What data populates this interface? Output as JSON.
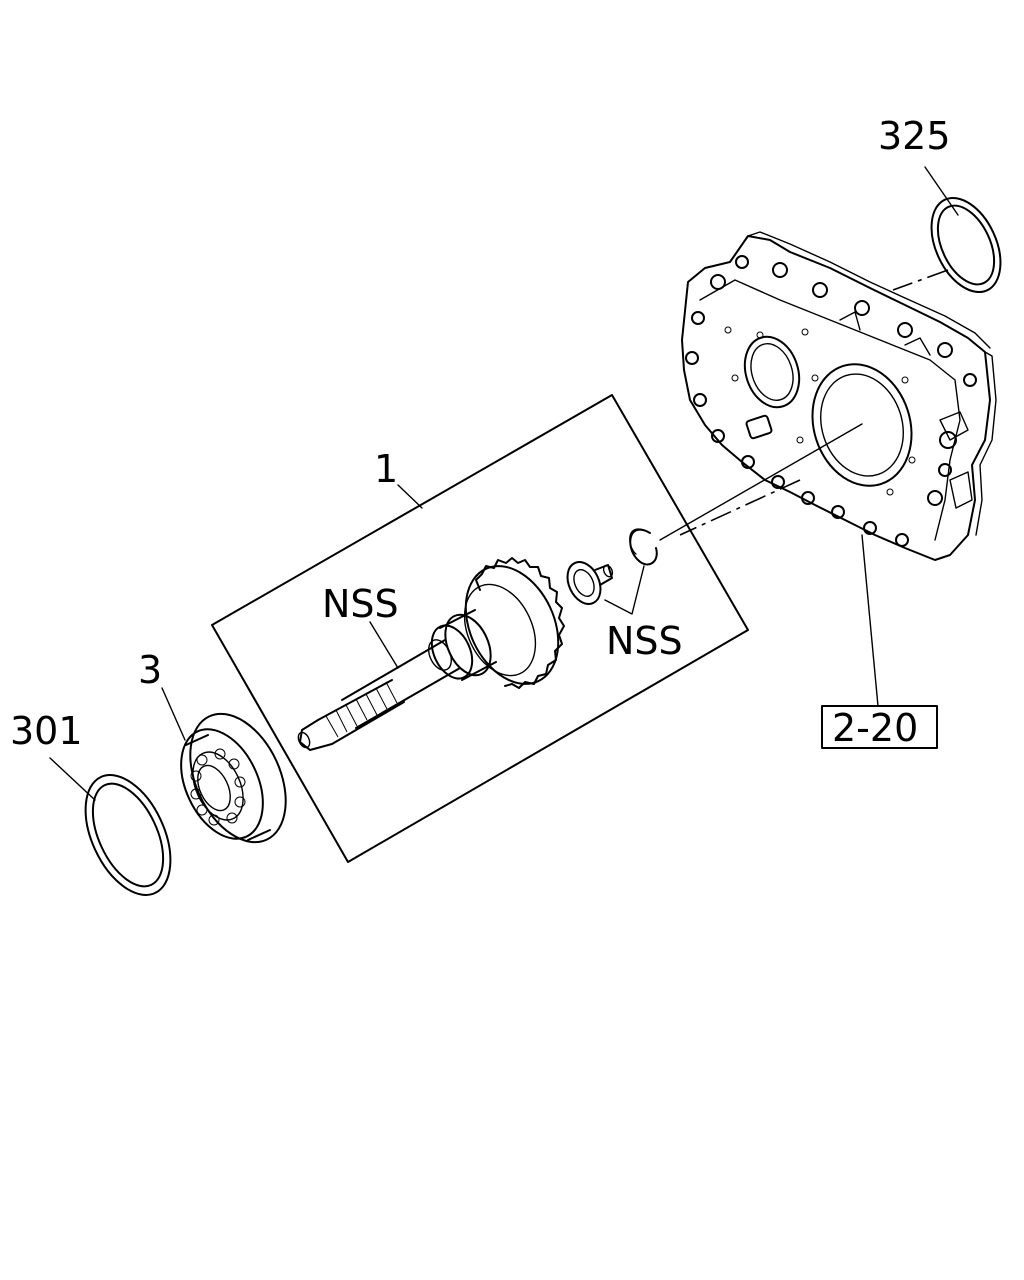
{
  "callouts": {
    "label_325": "325",
    "label_1": "1",
    "label_nss_shaft": "NSS",
    "label_nss_clip": "NSS",
    "label_3": "3",
    "label_301": "301",
    "label_2_20": "2-20"
  },
  "colors": {
    "line": "#000000",
    "background": "#ffffff"
  }
}
